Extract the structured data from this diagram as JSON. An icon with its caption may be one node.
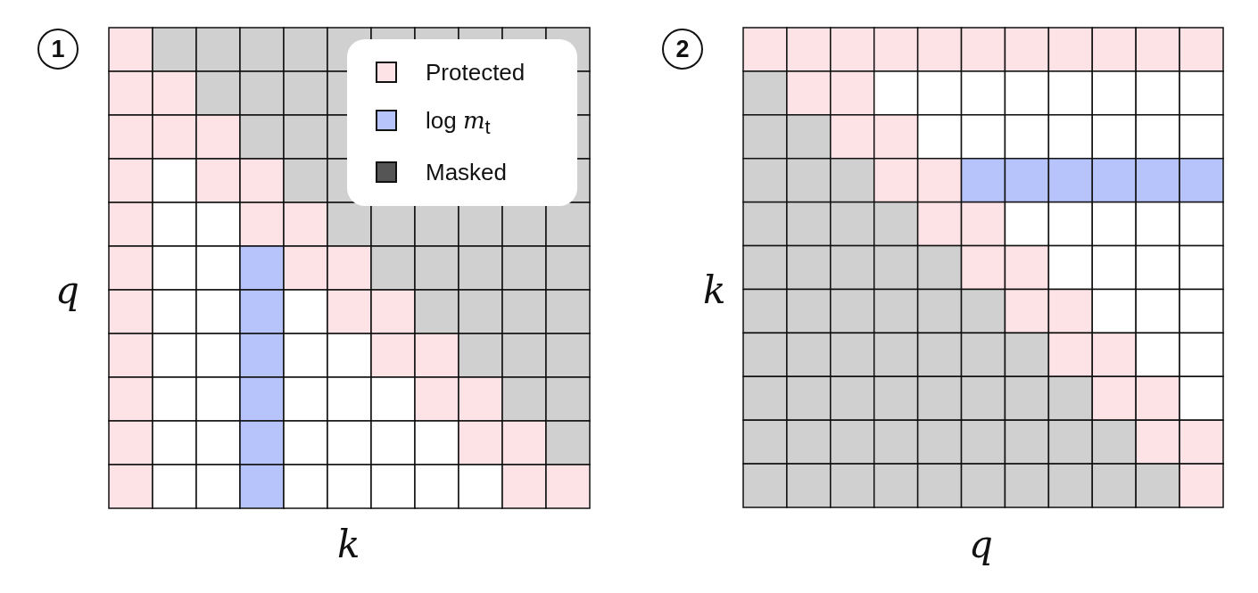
{
  "diagram": {
    "labels": [
      "1",
      "2",
      "q",
      "k",
      "k",
      "q"
    ],
    "legend": [
      {
        "text": "Protected",
        "color": "#fde3e6"
      },
      {
        "text": "log *m*$_{t}$",
        "color": "#b7c3fb"
      },
      {
        "text": "Masked",
        "color": "#555555"
      }
    ]
  }
}
